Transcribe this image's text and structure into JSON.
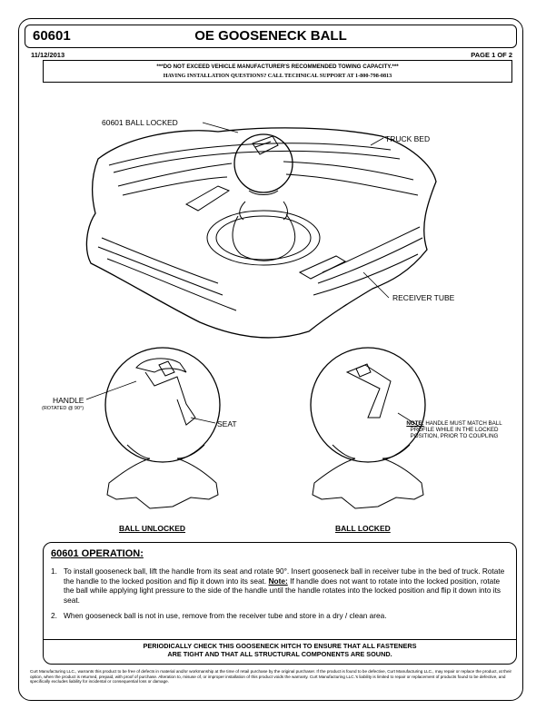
{
  "header": {
    "part_number": "60601",
    "title": "OE GOOSENECK BALL",
    "date": "11/12/2013",
    "page": "PAGE 1 OF 2"
  },
  "warning": {
    "line1": "***DO NOT EXCEED VEHICLE MANUFACTURER'S RECOMMENDED TOWING CAPACITY.***",
    "line2": "HAVING INSTALLATION QUESTIONS?  CALL TECHNICAL SUPPORT AT 1-800-798-0813"
  },
  "diagram": {
    "ball_locked_label": "60601 BALL LOCKED",
    "truck_bed_label": "TRUCK BED",
    "receiver_tube_label": "RECEIVER TUBE",
    "handle_label": "HANDLE",
    "handle_sub_label": "(ROTATED @ 90°)",
    "seat_label": "SEAT",
    "note_label": "NOTE:",
    "note_text": "HANDLE MUST MATCH BALL PROFILE WHILE IN THE LOCKED POSITION, PRIOR TO COUPLING",
    "caption_unlocked": "BALL UNLOCKED",
    "caption_locked": "BALL LOCKED"
  },
  "operation": {
    "title": "60601 OPERATION:",
    "step1_num": "1.",
    "step1_text": "To install gooseneck ball, lift the handle from its seat and rotate 90°.  Insert gooseneck ball in receiver tube in the bed of truck.  Rotate the handle to the locked position and flip it down into its seat.",
    "step1_note_label": "Note:",
    "step1_note_text": "If handle does not want to rotate into the locked position, rotate the ball while applying light pressure to the side of the handle until the handle rotates into the locked position and flip it down into its seat.",
    "step2_num": "2.",
    "step2_text": "When gooseneck ball is not in use, remove from the receiver tube and store in a dry / clean area.",
    "check_line1": "PERIODICALLY CHECK THIS GOOSENECK HITCH TO ENSURE THAT ALL FASTENERS",
    "check_line2": "ARE TIGHT AND THAT ALL STRUCTURAL COMPONENTS ARE SOUND."
  },
  "disclaimer": "Curt Manufacturing LLC., warrants this product to be free of defects in material and/or workmanship at the time of retail purchase by the original purchaser.  If the product is found to be defective, Curt Manufacturing LLC., may repair or replace the product, at their option, when the product is returned, prepaid, with proof of purchase.  Alteration to, misuse of, or improper installation of this product voids the warranty.  Curt Manufacturing LLC.'s liability is limited to repair or replacement of products found to be defective, and specifically excludes liability for incidental or consequential loss or damage."
}
